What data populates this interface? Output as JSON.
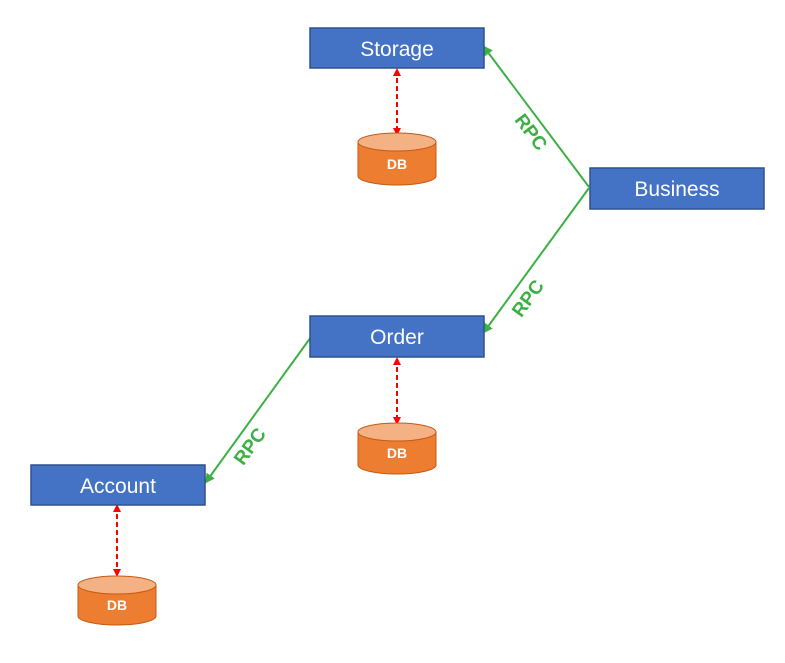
{
  "nodes": {
    "storage": "Storage",
    "business": "Business",
    "order": "Order",
    "account": "Account"
  },
  "databases": {
    "storage_db": "DB",
    "order_db": "DB",
    "account_db": "DB"
  },
  "edges": {
    "business_to_storage": "RPC",
    "business_to_order": "RPC",
    "order_to_account": "RPC"
  },
  "colors": {
    "service_box": "#4472c4",
    "database": "#ed7d31",
    "rpc_arrow": "#3cb043",
    "db_link": "#ff0000"
  }
}
